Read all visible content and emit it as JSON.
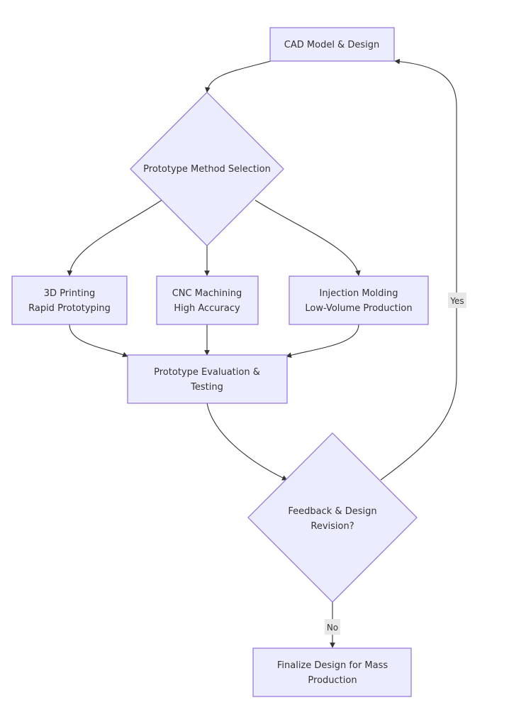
{
  "nodes": {
    "cad": {
      "line1": "CAD Model & Design"
    },
    "method": {
      "line1": "Prototype Method Selection"
    },
    "printing": {
      "line1": "3D Printing",
      "line2": "Rapid Prototyping"
    },
    "cnc": {
      "line1": "CNC Machining",
      "line2": "High Accuracy"
    },
    "injection": {
      "line1": "Injection Molding",
      "line2": "Low-Volume Production"
    },
    "evaluation": {
      "line1": "Prototype Evaluation &",
      "line2": "Testing"
    },
    "feedback": {
      "line1": "Feedback & Design",
      "line2": "Revision?"
    },
    "finalize": {
      "line1": "Finalize Design for Mass",
      "line2": "Production"
    }
  },
  "edge_labels": {
    "yes": "Yes",
    "no": "No"
  },
  "colors": {
    "node_fill": "#ececff",
    "node_stroke": "#9370db",
    "edge": "#333333",
    "label_bg": "#e8e8e8"
  }
}
